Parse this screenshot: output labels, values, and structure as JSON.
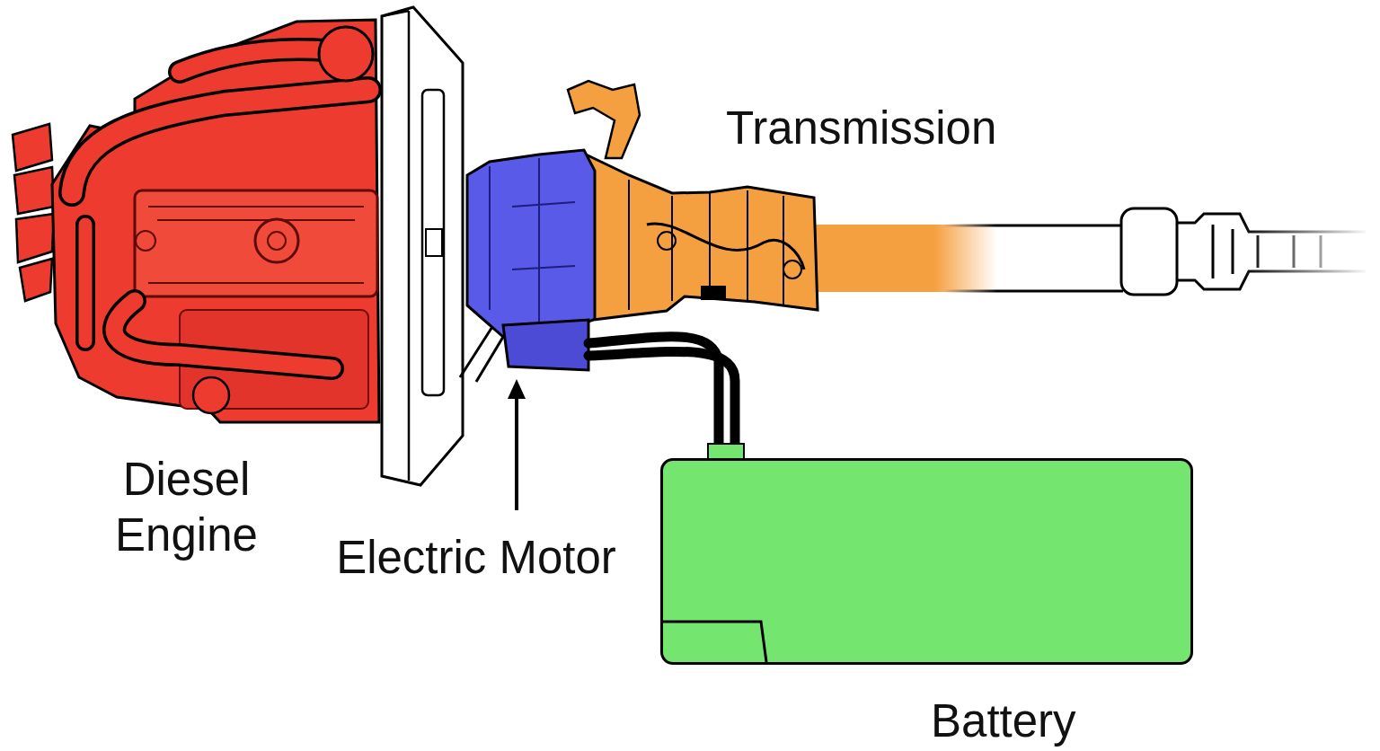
{
  "diagram": {
    "nodes": [
      {
        "text": [
          "Battery"
        ]
      }
    ],
    "labels": [
      "Transmission",
      "Diesel Engine",
      "Electric Motor"
    ]
  }
}
